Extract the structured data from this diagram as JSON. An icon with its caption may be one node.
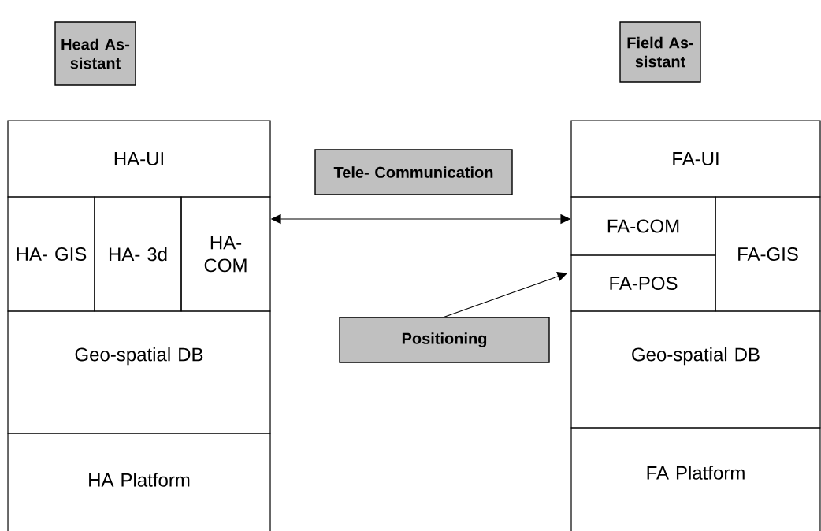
{
  "diagram": {
    "nodes": [
      {
        "text": [
          "Head As- sistant"
        ]
      },
      {
        "text": [
          "Field As- sistant"
        ]
      },
      {
        "text": [
          "HA-UI"
        ]
      },
      {
        "text": [
          "Tele- Communication"
        ]
      },
      {
        "text": [
          "FA-UI"
        ]
      },
      {
        "text": [
          "HA- GIS"
        ]
      },
      {
        "text": [
          "HA- 3d"
        ]
      },
      {
        "text": [
          "HA- COM"
        ]
      },
      {
        "text": [
          "FA-COM"
        ]
      },
      {
        "text": [
          "FA-GIS"
        ]
      },
      {
        "text": [
          "FA-POS"
        ]
      },
      {
        "text": [
          "Positioning"
        ]
      },
      {
        "text": [
          "Geo-spatial DB"
        ]
      },
      {
        "text": [
          "Geo-spatial DB"
        ]
      },
      {
        "text": [
          "HA Platform"
        ]
      },
      {
        "text": [
          "FA Platform"
        ]
      }
    ],
    "edges": [
      {
        "from": 7,
        "to": 8,
        "arrow": "both"
      },
      {
        "from": 11,
        "to": 10,
        "arrow": "to"
      }
    ]
  }
}
